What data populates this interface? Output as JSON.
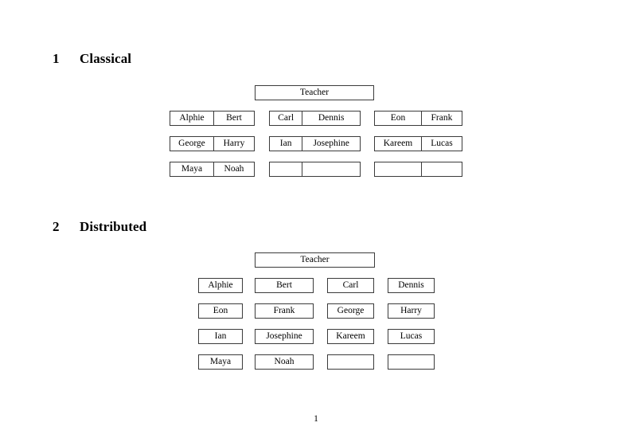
{
  "document": {
    "page_number": "1",
    "border_color": "#3b3b3b",
    "text_color": "#000000",
    "background_color": "#ffffff"
  },
  "sections": [
    {
      "number": "1",
      "title": "Classical",
      "teacher_label": "Teacher",
      "rows": [
        {
          "cells": [
            {
              "label": "Alphie"
            },
            {
              "label": "Bert"
            }
          ]
        },
        {
          "cells": [
            {
              "label": "George"
            },
            {
              "label": "Harry"
            }
          ]
        },
        {
          "cells": [
            {
              "label": "Maya"
            },
            {
              "label": "Noah"
            }
          ]
        },
        {
          "cells": [
            {
              "label": "Carl"
            },
            {
              "label": "Dennis"
            }
          ]
        },
        {
          "cells": [
            {
              "label": "Ian"
            },
            {
              "label": "Josephine"
            }
          ]
        },
        {
          "cells": [
            {
              "label": ""
            },
            {
              "label": ""
            }
          ]
        },
        {
          "cells": [
            {
              "label": "Eon"
            },
            {
              "label": "Frank"
            }
          ]
        },
        {
          "cells": [
            {
              "label": "Kareem"
            },
            {
              "label": "Lucas"
            }
          ]
        },
        {
          "cells": [
            {
              "label": ""
            },
            {
              "label": ""
            }
          ]
        }
      ]
    },
    {
      "number": "2",
      "title": "Distributed",
      "teacher_label": "Teacher",
      "boxes": [
        {
          "label": "Alphie"
        },
        {
          "label": "Bert"
        },
        {
          "label": "Carl"
        },
        {
          "label": "Dennis"
        },
        {
          "label": "Eon"
        },
        {
          "label": "Frank"
        },
        {
          "label": "George"
        },
        {
          "label": "Harry"
        },
        {
          "label": "Ian"
        },
        {
          "label": "Josephine"
        },
        {
          "label": "Kareem"
        },
        {
          "label": "Lucas"
        },
        {
          "label": "Maya"
        },
        {
          "label": "Noah"
        },
        {
          "label": ""
        },
        {
          "label": ""
        }
      ]
    }
  ]
}
